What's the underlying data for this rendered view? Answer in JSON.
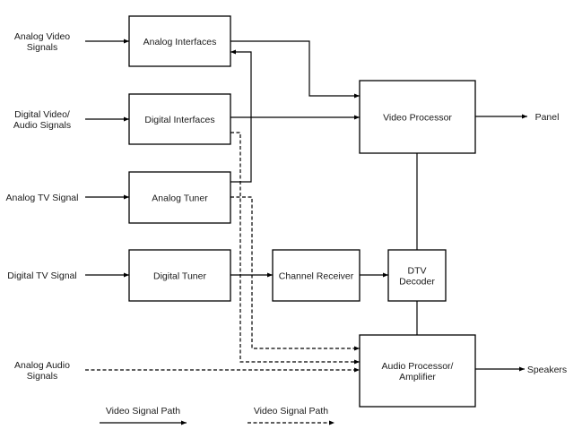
{
  "diagram": {
    "type": "block-diagram",
    "colors": {
      "line": "#000000",
      "text": "#1a1a1a",
      "background": "#ffffff"
    },
    "inputs": [
      {
        "id": "in-analog-video",
        "lines": [
          "Analog Video",
          "Signals"
        ]
      },
      {
        "id": "in-digital-video",
        "lines": [
          "Digital Video/",
          "Audio Signals"
        ]
      },
      {
        "id": "in-analog-tv",
        "lines": [
          "Analog TV Signal"
        ]
      },
      {
        "id": "in-digital-tv",
        "lines": [
          "Digital TV Signal"
        ]
      },
      {
        "id": "in-analog-audio",
        "lines": [
          "Analog Audio",
          "Signals"
        ]
      }
    ],
    "blocks": [
      {
        "id": "analog-interfaces",
        "lines": [
          "Analog Interfaces"
        ]
      },
      {
        "id": "digital-interfaces",
        "lines": [
          "Digital Interfaces"
        ]
      },
      {
        "id": "analog-tuner",
        "lines": [
          "Analog Tuner"
        ]
      },
      {
        "id": "digital-tuner",
        "lines": [
          "Digital Tuner"
        ]
      },
      {
        "id": "channel-receiver",
        "lines": [
          "Channel Receiver"
        ]
      },
      {
        "id": "dtv-decoder",
        "lines": [
          "DTV",
          "Decoder"
        ]
      },
      {
        "id": "video-processor",
        "lines": [
          "Video Processor"
        ]
      },
      {
        "id": "audio-processor",
        "lines": [
          "Audio Processor/",
          "Amplifier"
        ]
      }
    ],
    "outputs": [
      {
        "id": "out-panel",
        "lines": [
          "Panel"
        ]
      },
      {
        "id": "out-speakers",
        "lines": [
          "Speakers"
        ]
      }
    ],
    "connections": [
      {
        "from": "in-analog-video",
        "to": "analog-interfaces",
        "style": "solid"
      },
      {
        "from": "in-digital-video",
        "to": "digital-interfaces",
        "style": "solid"
      },
      {
        "from": "in-analog-tv",
        "to": "analog-tuner",
        "style": "solid"
      },
      {
        "from": "in-digital-tv",
        "to": "digital-tuner",
        "style": "solid"
      },
      {
        "from": "in-analog-audio",
        "to": "audio-processor",
        "style": "dashed"
      },
      {
        "from": "analog-interfaces",
        "to": "video-processor",
        "style": "solid"
      },
      {
        "from": "analog-tuner",
        "to": "analog-interfaces",
        "style": "solid"
      },
      {
        "from": "digital-interfaces",
        "to": "video-processor",
        "style": "solid"
      },
      {
        "from": "digital-interfaces",
        "to": "audio-processor",
        "style": "dashed"
      },
      {
        "from": "analog-tuner",
        "to": "audio-processor",
        "style": "dashed"
      },
      {
        "from": "digital-tuner",
        "to": "channel-receiver",
        "style": "solid"
      },
      {
        "from": "channel-receiver",
        "to": "dtv-decoder",
        "style": "solid"
      },
      {
        "from": "dtv-decoder",
        "to": "video-processor",
        "style": "solid",
        "arrow": false
      },
      {
        "from": "dtv-decoder",
        "to": "audio-processor",
        "style": "solid",
        "arrow": false
      },
      {
        "from": "video-processor",
        "to": "out-panel",
        "style": "solid"
      },
      {
        "from": "audio-processor",
        "to": "out-speakers",
        "style": "solid"
      }
    ],
    "legend": [
      {
        "id": "legend-solid",
        "label": "Video Signal Path",
        "style": "solid"
      },
      {
        "id": "legend-dashed",
        "label": "Video Signal Path",
        "style": "dashed"
      }
    ]
  }
}
